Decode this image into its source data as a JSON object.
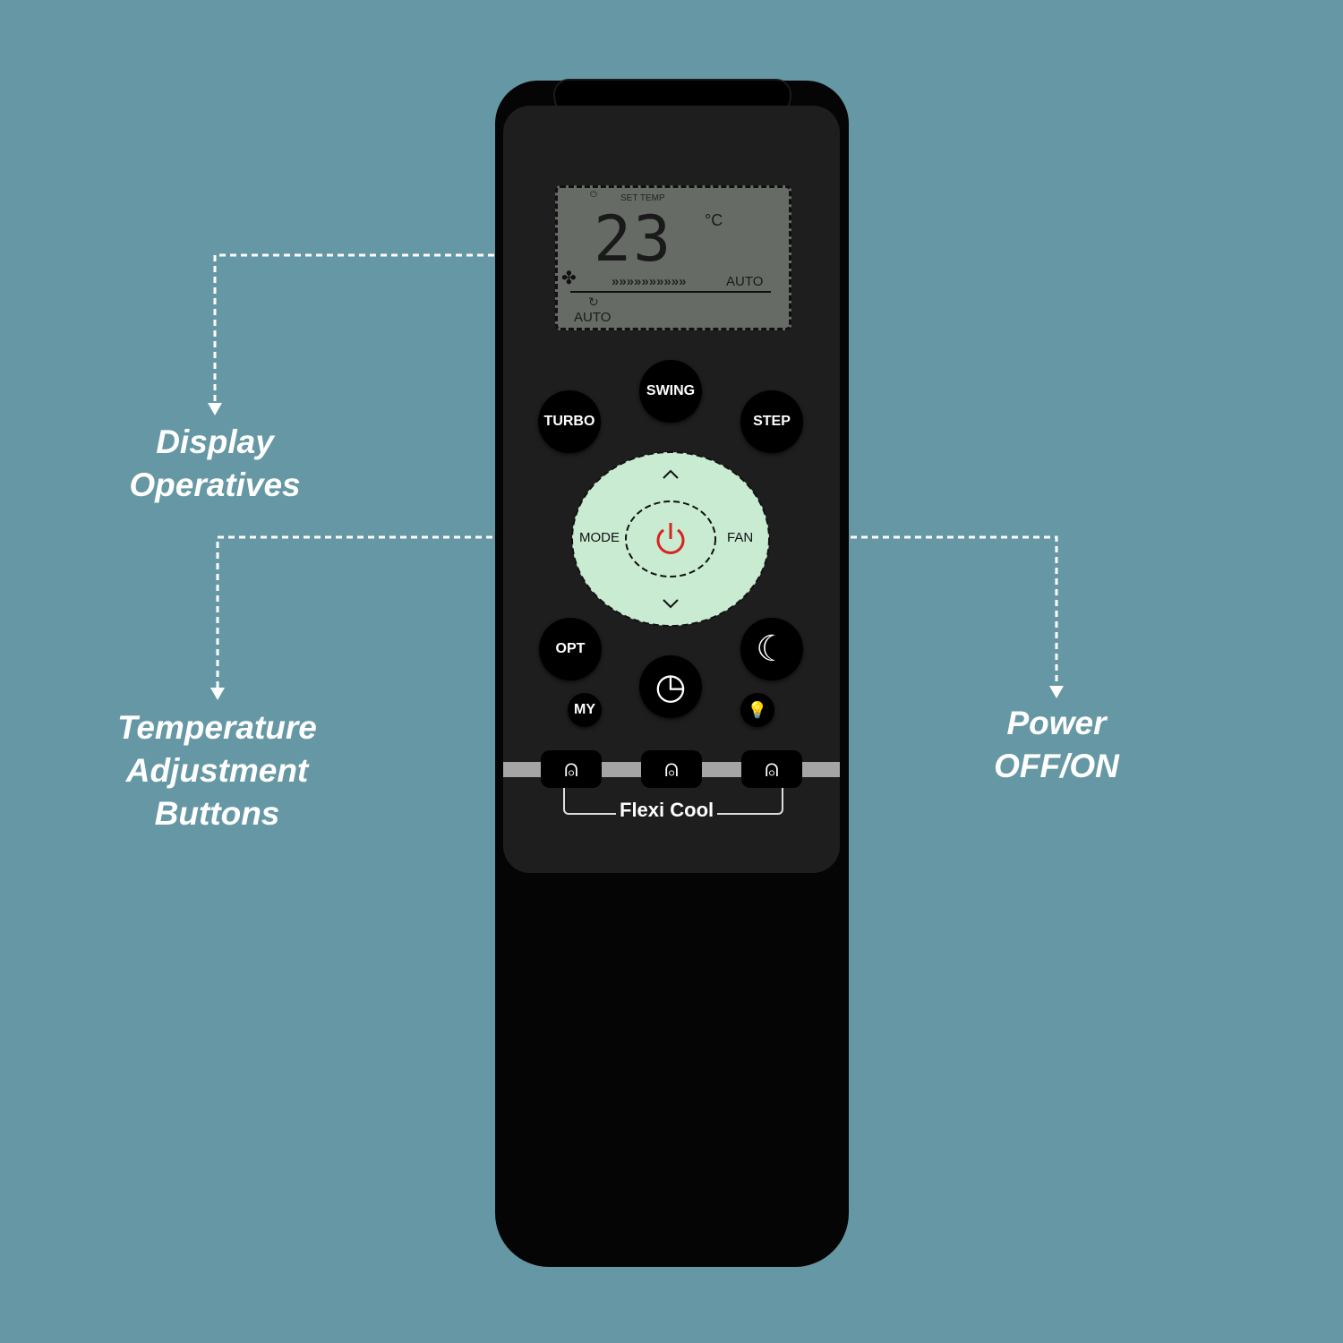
{
  "annotations": {
    "display": [
      "Display",
      "Operatives"
    ],
    "temperature": [
      "Temperature",
      "Adjustment",
      "Buttons"
    ],
    "power": [
      "Power",
      "OFF/ON"
    ]
  },
  "lcd": {
    "set_temp_label": "SET TEMP",
    "temperature": "23",
    "unit": "°C",
    "fan_speed": "AUTO",
    "mode": "AUTO",
    "fan_arrows": "»»»»»»»»»»"
  },
  "buttons": {
    "swing": "SWING",
    "turbo": "TURBO",
    "step": "STEP",
    "mode": "MODE",
    "fan": "FAN",
    "opt": "OPT",
    "my": "MY"
  },
  "flexi_cool": "Flexi Cool",
  "colors": {
    "background": "#6598a4",
    "dpad": "#c8ebd2",
    "power": "#d6241f"
  }
}
